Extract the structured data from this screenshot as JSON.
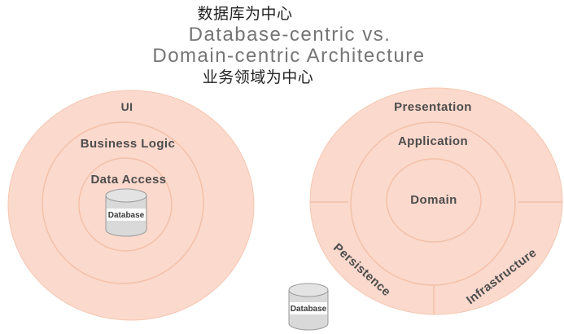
{
  "header": {
    "top_label_zh": "数据库为中心",
    "title_line1": "Database-centric vs.",
    "title_line2": "Domain-centric Architecture",
    "bottom_label_zh": "业务领域为中心"
  },
  "left_diagram": {
    "ring_labels": {
      "outer": "UI",
      "middle": "Business Logic",
      "inner": "Data Access"
    },
    "center_database_label": "Database"
  },
  "right_diagram": {
    "ring_labels": {
      "outer": "Presentation",
      "middle": "Application",
      "inner": "Domain"
    },
    "outer_segment_labels": {
      "bottom_left": "Persistence",
      "bottom_right": "Infrastructure"
    },
    "external_database_label": "Database"
  },
  "colors": {
    "circle_fill": "#fbd9cd",
    "ring_stroke": "#f3bfa7",
    "ring_label_text": "#4d4d4d",
    "title_text": "#757575",
    "chinese_text": "#222222",
    "cylinder_fill": "#d9d9d9",
    "cylinder_stroke": "#9b9b9b",
    "background": "#ffffff"
  }
}
